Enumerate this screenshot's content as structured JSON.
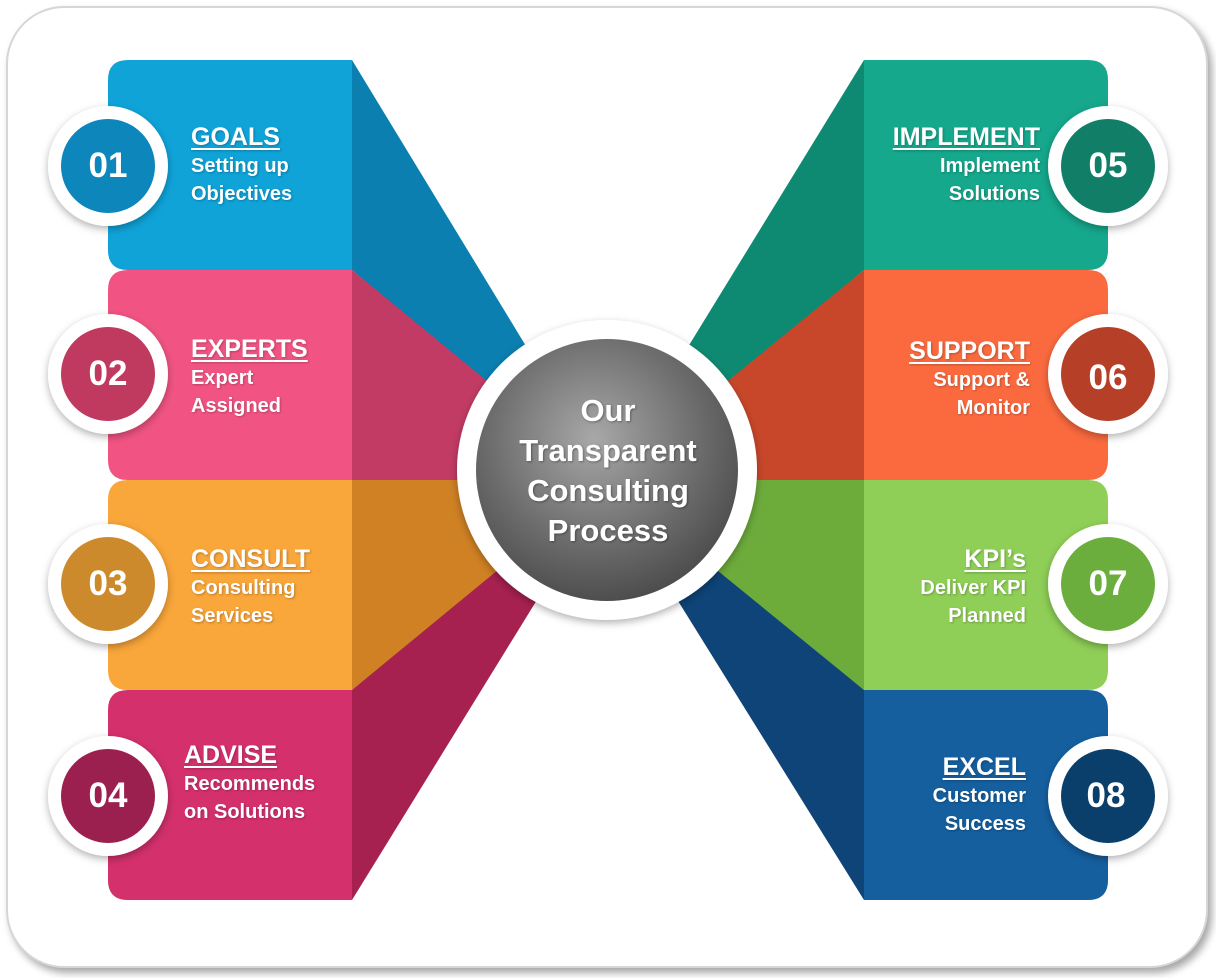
{
  "center": {
    "lines": [
      "Our",
      "Transparent",
      "Consulting",
      "Process"
    ],
    "color": "#7a7a7a"
  },
  "steps": [
    {
      "number": "01",
      "title": "GOALS",
      "desc": [
        "Setting up",
        "Objectives"
      ],
      "color": "#0fa3d8",
      "dark": "#0a7fb0",
      "circle": "#0d86bc"
    },
    {
      "number": "02",
      "title": "EXPERTS",
      "desc": [
        "Expert",
        "Assigned"
      ],
      "color": "#f15483",
      "dark": "#c23b65",
      "circle": "#c0395f"
    },
    {
      "number": "03",
      "title": "CONSULT",
      "desc": [
        "Consulting",
        "Services"
      ],
      "color": "#f9a63a",
      "dark": "#cf8124",
      "circle": "#cd8a2d"
    },
    {
      "number": "04",
      "title": "ADVISE",
      "desc": [
        "Recommends",
        "on Solutions"
      ],
      "color": "#d3306c",
      "dark": "#a62150",
      "circle": "#9b2050"
    },
    {
      "number": "05",
      "title": "IMPLEMENT",
      "desc": [
        "Implement",
        "Solutions"
      ],
      "color": "#15a88c",
      "dark": "#0f8a72",
      "circle": "#117f68"
    },
    {
      "number": "06",
      "title": "SUPPORT",
      "desc": [
        "Support &",
        "Monitor"
      ],
      "color": "#fb6a3f",
      "dark": "#c8472a",
      "circle": "#b63f27"
    },
    {
      "number": "07",
      "title": "KPI’s",
      "desc": [
        "Deliver KPI",
        "Planned"
      ],
      "color": "#8fcf57",
      "dark": "#6dab3b",
      "circle": "#6cae3e"
    },
    {
      "number": "08",
      "title": "EXCEL",
      "desc": [
        "Customer",
        "Success"
      ],
      "color": "#155f9f",
      "dark": "#0e4478",
      "circle": "#0b3f6b"
    }
  ]
}
